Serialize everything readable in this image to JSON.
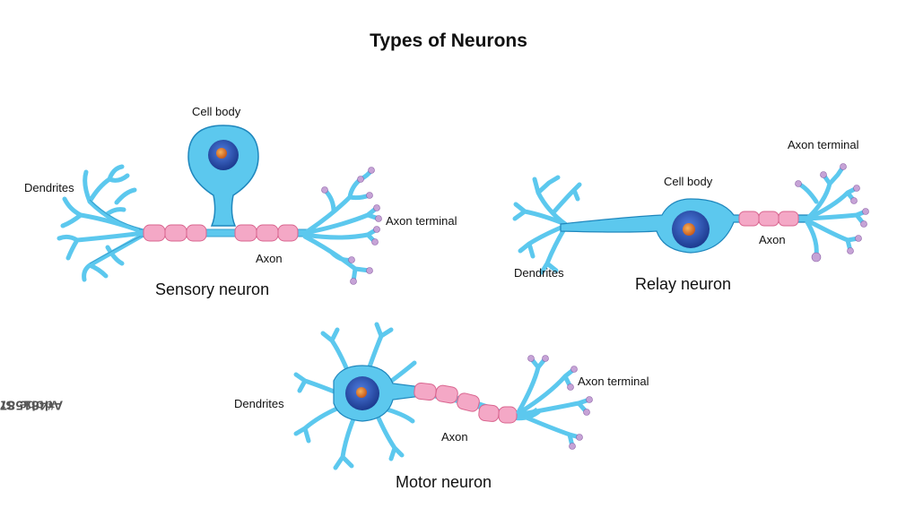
{
  "title": "Types of Neurons",
  "watermark": "#481587075",
  "watermark_prefix": "Adobe Stock |",
  "colors": {
    "cell_fill": "#5cc8ee",
    "cell_stroke": "#1f87bd",
    "myelin": "#f4a8c6",
    "myelin_stroke": "#d9658f",
    "nucleus": "#2a4fb2",
    "nucleolus": "#e3742d",
    "terminal": "#c6a3d6"
  },
  "neurons": [
    {
      "name": "Sensory neuron",
      "labels": {
        "cell_body": "Cell body",
        "dendrites": "Dendrites",
        "axon": "Axon",
        "axon_terminal": "Axon terminal"
      }
    },
    {
      "name": "Relay neuron",
      "labels": {
        "cell_body": "Cell body",
        "dendrites": "Dendrites",
        "axon": "Axon",
        "axon_terminal": "Axon terminal"
      }
    },
    {
      "name": "Motor neuron",
      "labels": {
        "dendrites": "Dendrites",
        "axon": "Axon",
        "axon_terminal": "Axon terminal"
      }
    }
  ]
}
